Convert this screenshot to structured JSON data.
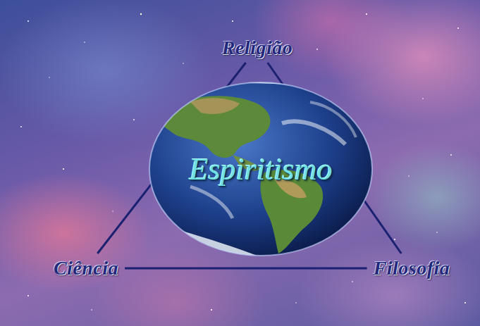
{
  "diagram": {
    "nodes": [
      {
        "text": [
          "Religião"
        ]
      },
      {
        "text": [
          "Espiritismo"
        ]
      },
      {
        "text": [
          "Ciência"
        ]
      },
      {
        "text": [
          "Filosofia"
        ]
      }
    ],
    "edges": [
      {
        "from": 0,
        "to": 2,
        "arrow": "none"
      },
      {
        "from": 0,
        "to": 3,
        "arrow": "none"
      },
      {
        "from": 2,
        "to": 3,
        "arrow": "none"
      }
    ]
  }
}
